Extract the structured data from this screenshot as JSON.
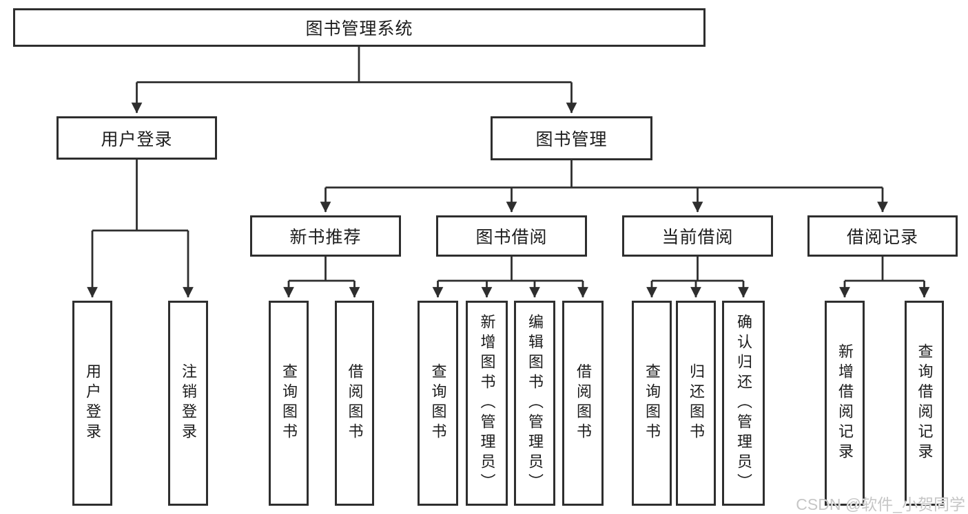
{
  "nodes": {
    "root": "图书管理系统",
    "user_login": "用户登录",
    "book_management": "图书管理",
    "new_book_recommend": "新书推荐",
    "book_borrow": "图书借阅",
    "current_borrow": "当前借阅",
    "borrow_records": "借阅记录",
    "leaf_user_login": "用户登录",
    "leaf_logout": "注销登录",
    "leaf_nb_query": "查询图书",
    "leaf_nb_borrow": "借阅图书",
    "leaf_bb_query": "查询图书",
    "leaf_bb_add": "新增图书（管理员）",
    "leaf_bb_edit": "编辑图书（管理员）",
    "leaf_bb_borrow": "借阅图书",
    "leaf_cb_query": "查询图书",
    "leaf_cb_return": "归还图书",
    "leaf_cb_confirm": "确认归还（管理员）",
    "leaf_br_add": "新增借阅记录",
    "leaf_br_query": "查询借阅记录"
  },
  "watermark": "CSDN @软件_小贺同学",
  "colors": {
    "line": "#2e2e2e",
    "text": "#1c1c1c",
    "watermark": "#c6c6c6",
    "background": "#ffffff"
  }
}
